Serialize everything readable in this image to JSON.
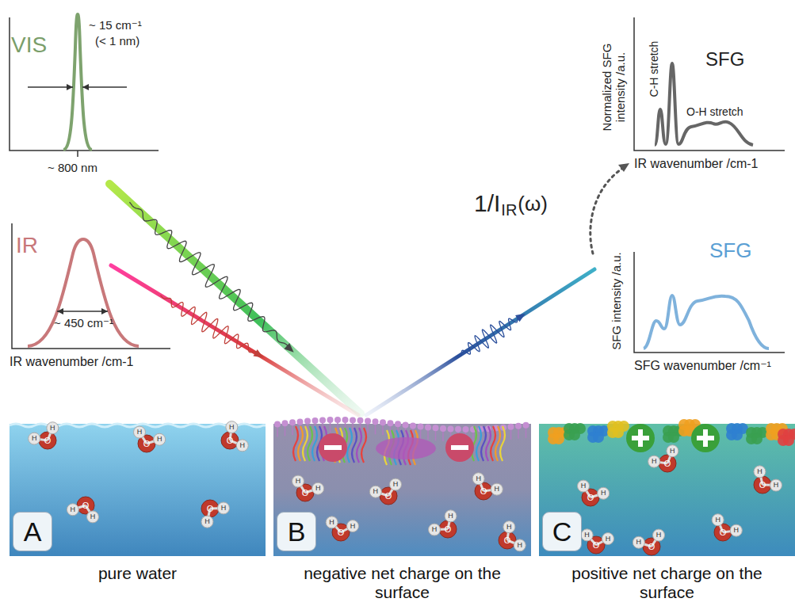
{
  "diagram": {
    "nodes": [
      {
        "text": [
          "A",
          "pure water"
        ]
      },
      {
        "text": [
          "B",
          "negative net charge on the surface"
        ]
      },
      {
        "text": [
          "C",
          "positive net charge on the surface"
        ]
      }
    ],
    "labels": [
      "VIS",
      "~ 15 cm⁻¹",
      "(< 1 nm)",
      "~ 800 nm",
      "IR",
      "~ 450 cm⁻¹",
      "IR wavenumber /cm-1",
      "SFG",
      "Normalized SFG intensity /a.u.",
      "C-H stretch",
      "O-H stretch",
      "IR wavenumber /cm-1",
      "1/I",
      "IR",
      "(ω)",
      "SFG",
      "SFG intensity /a.u.",
      "SFG wavenumber /cm⁻¹",
      "O",
      "H",
      "H",
      "O",
      "H",
      "H",
      "O",
      "H",
      "H",
      "O",
      "H",
      "H",
      "O",
      "H",
      "H",
      "O",
      "H",
      "H",
      "O",
      "H",
      "H",
      "O",
      "H",
      "H",
      "O",
      "H",
      "H",
      "O",
      "H",
      "H",
      "O",
      "H",
      "H",
      "O",
      "H",
      "H",
      "O",
      "H",
      "H",
      "O",
      "H",
      "H",
      "O",
      "H",
      "H",
      "O",
      "H",
      "H",
      "O",
      "H",
      "H"
    ]
  }
}
